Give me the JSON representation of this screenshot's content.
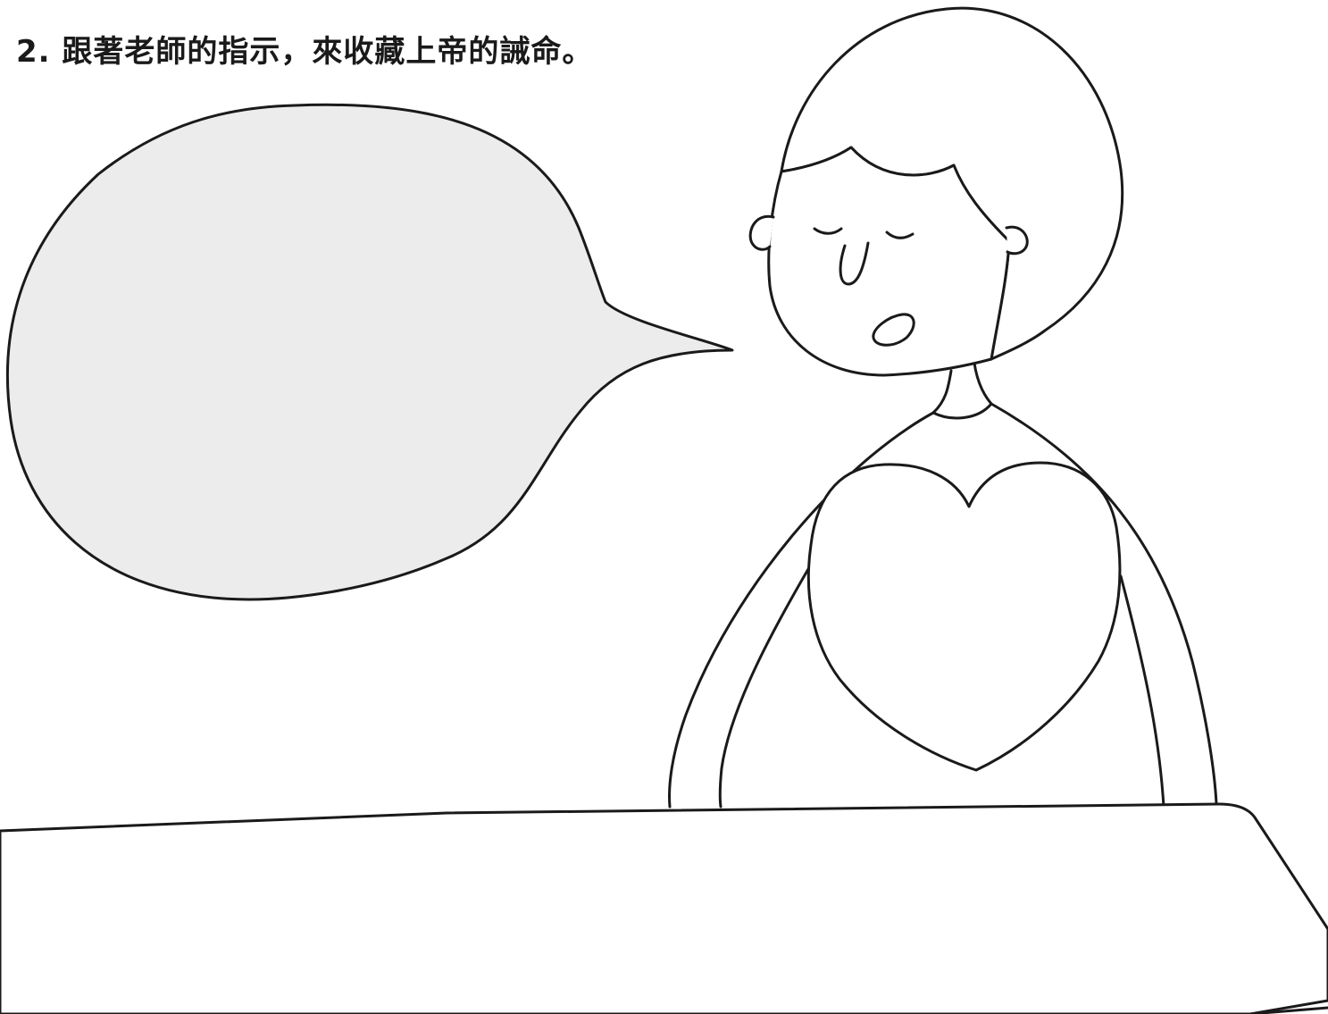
{
  "instruction": {
    "number": "2.",
    "text": "跟著老師的指示，來收藏上帝的誡命。"
  },
  "colors": {
    "line": "#1a1a1a",
    "bubble_fill": "#ececec",
    "background": "#ffffff"
  },
  "illustration": {
    "speech_bubble": "empty",
    "person": "eyes-closed-speaking",
    "chest_shape": "heart-icon"
  }
}
